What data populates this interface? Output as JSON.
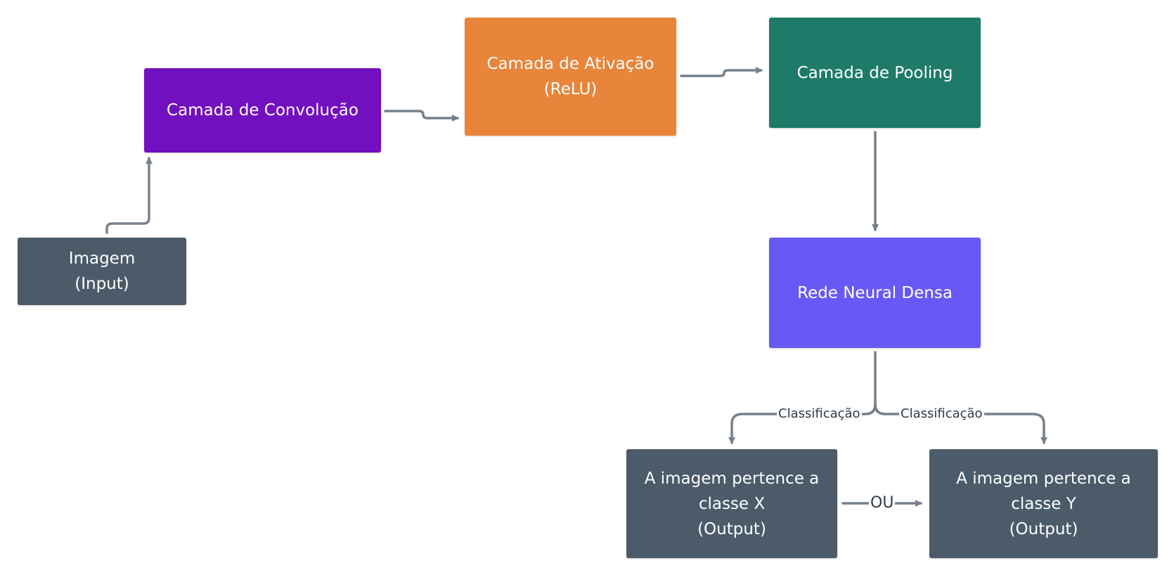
{
  "colors": {
    "slate": "#4b5b69",
    "purple": "#7210bf",
    "orange": "#e8853a",
    "teal": "#1f7a69",
    "indigo": "#6858f5",
    "connector": "#76808a"
  },
  "nodes": {
    "input": {
      "label": "Imagem\n(Input)"
    },
    "convolution": {
      "label": "Camada de Convolução"
    },
    "activation": {
      "label": "Camada de Ativação\n(ReLU)"
    },
    "pooling": {
      "label": "Camada de Pooling"
    },
    "dense": {
      "label": "Rede Neural Densa"
    },
    "output_x": {
      "label": "A imagem pertence a\nclasse X\n(Output)"
    },
    "output_y": {
      "label": "A imagem pertence a\nclasse Y\n(Output)"
    }
  },
  "edges": {
    "classification_left": "Classificação",
    "classification_right": "Classificação",
    "or_label": "OU"
  }
}
